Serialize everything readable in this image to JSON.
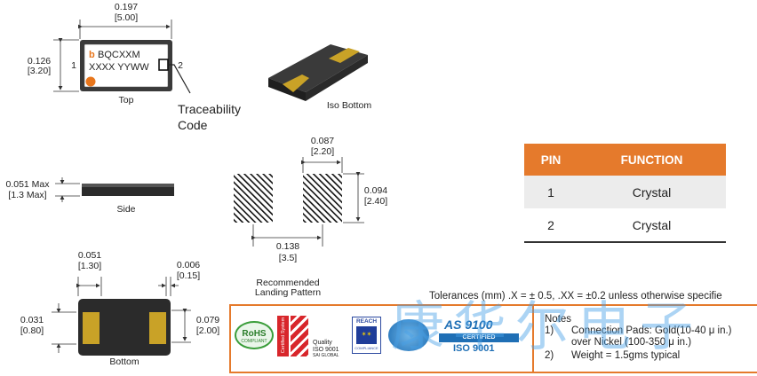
{
  "top_view": {
    "width_in": "0.197",
    "width_mm": "[5.00]",
    "height_in": "0.126",
    "height_mm": "[3.20]",
    "pin1": "1",
    "pin2": "2",
    "marking_line1": "BQCXXM",
    "marking_logo": "b",
    "marking_line2": "XXXX YYWW",
    "caption": "Top",
    "traceability": "Traceability\nCode"
  },
  "iso_view": {
    "caption": "Iso Bottom"
  },
  "side_view": {
    "height_in": "0.051 Max",
    "height_mm": "[1.3 Max]",
    "caption": "Side"
  },
  "landing": {
    "pad_width_in": "0.087",
    "pad_width_mm": "[2.20]",
    "pad_height_in": "0.094",
    "pad_height_mm": "[2.40]",
    "pitch_in": "0.138",
    "pitch_mm": "[3.5]",
    "caption": "Recommended\nLanding Pattern"
  },
  "bottom_view": {
    "pad_w_in": "0.051",
    "pad_w_mm": "[1.30]",
    "gap_in": "0.006",
    "gap_mm": "[0.15]",
    "pad_h_in": "0.031",
    "pad_h_mm": "[0.80]",
    "body_h_in": "0.079",
    "body_h_mm": "[2.00]",
    "caption": "Bottom"
  },
  "pin_table": {
    "headers": [
      "PIN",
      "FUNCTION"
    ],
    "rows": [
      [
        "1",
        "Crystal"
      ],
      [
        "2",
        "Crystal"
      ]
    ]
  },
  "tolerances": "Tolerances (mm) .X = ± 0.5,  .XX = ±0.2 unless otherwise specifie",
  "logos": {
    "rohs": "RoHS",
    "rohs_sub": "COMPLIANT",
    "cert_side": "Certified System",
    "quality": "Quality",
    "iso9001": "ISO 9001",
    "sai": "SAI GLOBAL",
    "reach": "REACH",
    "reach_sub": "COMPLIANCE",
    "as_top": "AS 9100",
    "as_mid": "CERTIFIED",
    "as_bot": "ISO 9001"
  },
  "notes": {
    "title": "Notes",
    "items": [
      {
        "num": "1)",
        "line1": "Connection Pads: Gold(10-40 μ in.)",
        "line2": "over Nickel (100-350 μ in.)"
      },
      {
        "num": "2)",
        "line1": "Weight = 1.5gms typical",
        "line2": ""
      }
    ]
  },
  "watermark": "康华尔电子",
  "colors": {
    "accent": "#e57a2c",
    "pad": "#c9a227",
    "body": "#2d2d2d"
  }
}
